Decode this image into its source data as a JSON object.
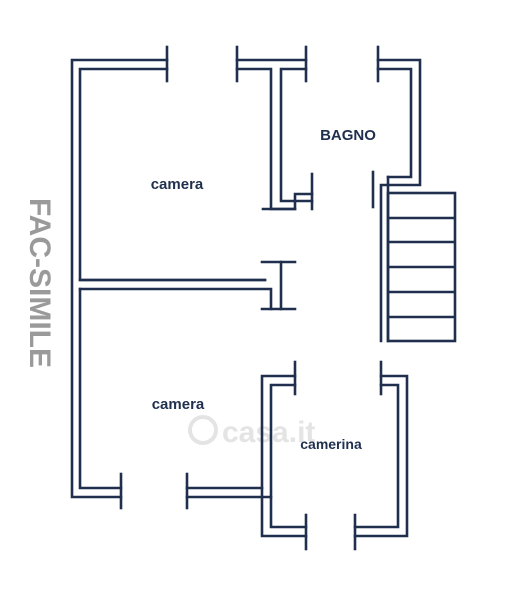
{
  "rooms": {
    "bedroom_top": "camera",
    "bathroom": "BAGNO",
    "bedroom_bottom": "camera",
    "small_bedroom": "camerina"
  },
  "watermark": "FAC-SIMILE",
  "brand_watermark": "casa.it",
  "colors": {
    "wall": "#1f2f4d",
    "label": "#1f2f4d",
    "watermark": "#9a9a9a",
    "brand_watermark": "#e4e4e4",
    "background": "#ffffff"
  }
}
